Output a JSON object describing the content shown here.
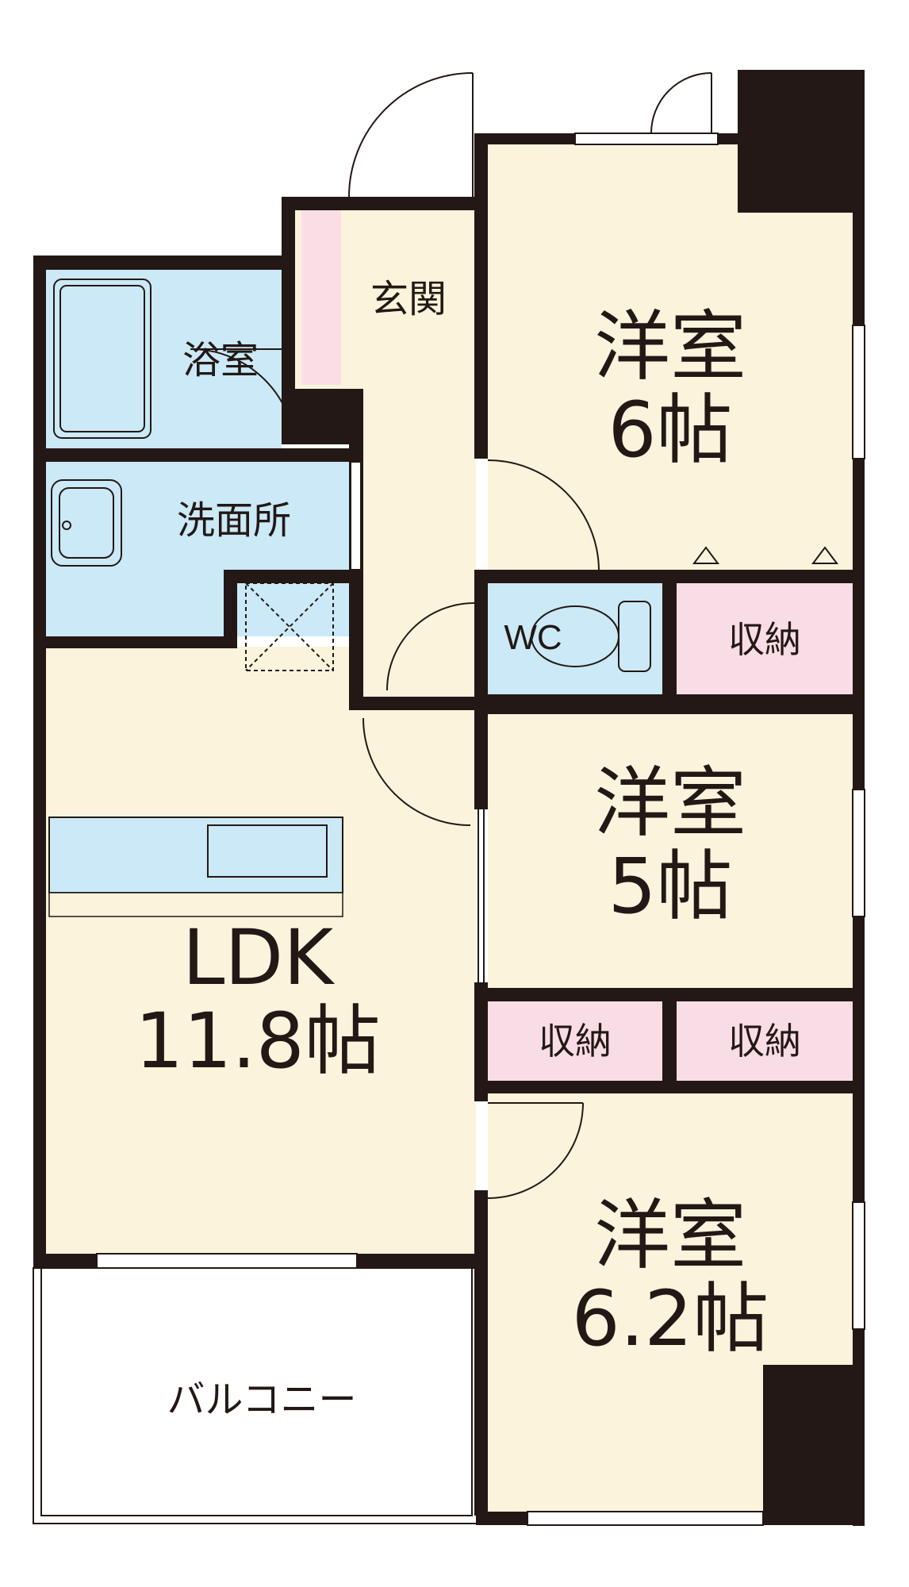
{
  "rooms": {
    "bedroom_north": {
      "name": "洋室",
      "size": "6帖"
    },
    "bedroom_middle": {
      "name": "洋室",
      "size": "5帖"
    },
    "bedroom_south": {
      "name": "洋室",
      "size": "6.2帖"
    },
    "ldk": {
      "name": "LDK",
      "size": "11.8帖"
    },
    "bathroom": "浴室",
    "washroom": "洗面所",
    "entrance": "玄関",
    "toilet": "WC",
    "storage_1": "収納",
    "storage_2": "収納",
    "storage_3": "収納",
    "balcony": "バルコニー"
  },
  "colors": {
    "wall": "#231815",
    "western_room": "#fcf3dc",
    "wet_area": "#cbe9f7",
    "storage": "#f8dde6",
    "entrance": "#fbdde6",
    "balcony": "#ffffff"
  }
}
